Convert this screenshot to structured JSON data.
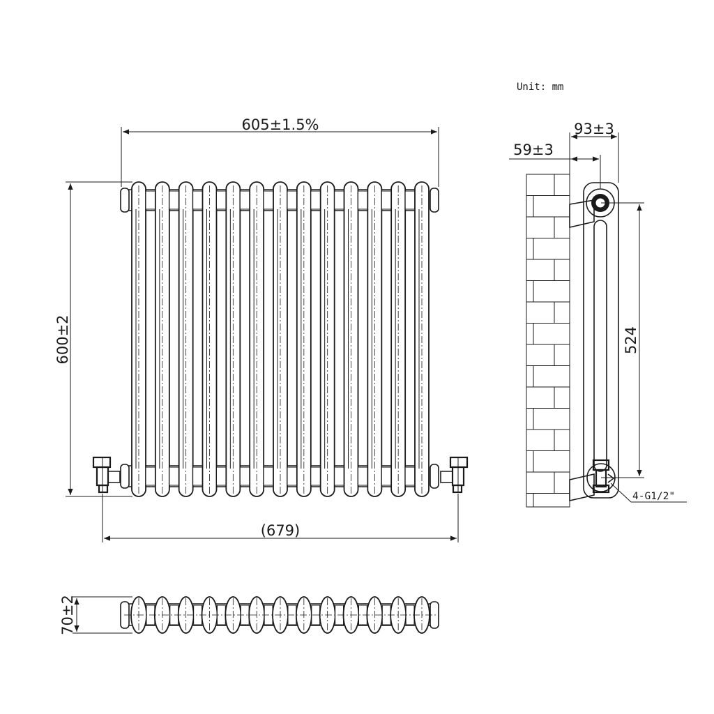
{
  "diagram": {
    "unit_label": "Unit: mm",
    "front_view": {
      "column_count": 13,
      "width_label": "605±1.5%",
      "height_label": "600±2",
      "overall_width_label": "(679)"
    },
    "side_view": {
      "depth_label": "93±3",
      "wall_gap_label": "59±3",
      "pipe_centres_label": "524",
      "connection_label": "4-G1/2\""
    },
    "top_view": {
      "column_count": 13,
      "depth_label": "70±2"
    }
  }
}
